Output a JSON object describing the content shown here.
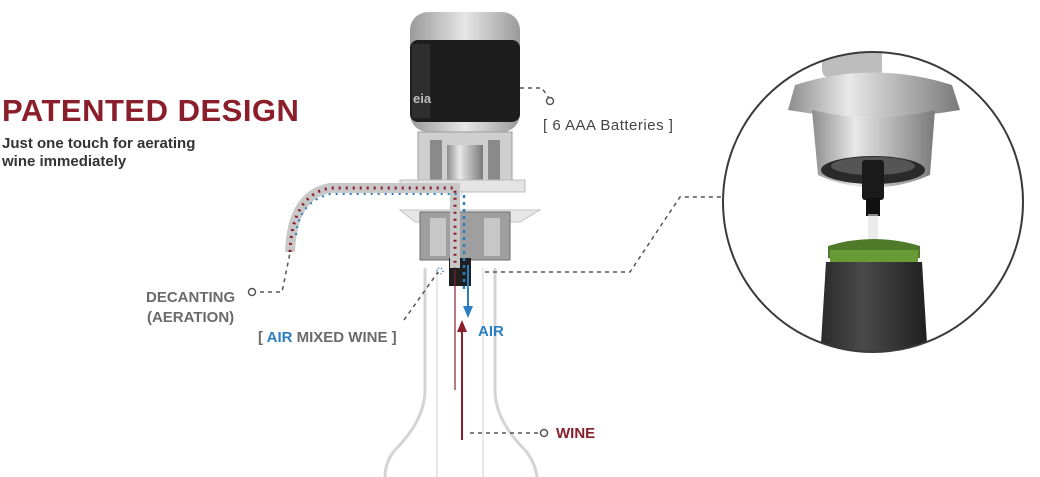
{
  "heading": {
    "title": "PATENTED DESIGN",
    "subtitle_line1": "Just one touch for aerating",
    "subtitle_line2": "wine immediately"
  },
  "labels": {
    "batteries": "[ 6 AAA Batteries ]",
    "decanting_line1": "DECANTING",
    "decanting_line2": "(AERATION)",
    "mixed_open": "[ ",
    "mixed_air": "AIR",
    "mixed_rest": " MIXED WINE ]",
    "air": "AIR",
    "wine": "WINE"
  },
  "device": {
    "brand_text": "eia"
  },
  "colors": {
    "wine": "#8a1f2b",
    "air": "#2b7fc0",
    "label_gray": "#6a6a6a",
    "leader": "#555555"
  }
}
